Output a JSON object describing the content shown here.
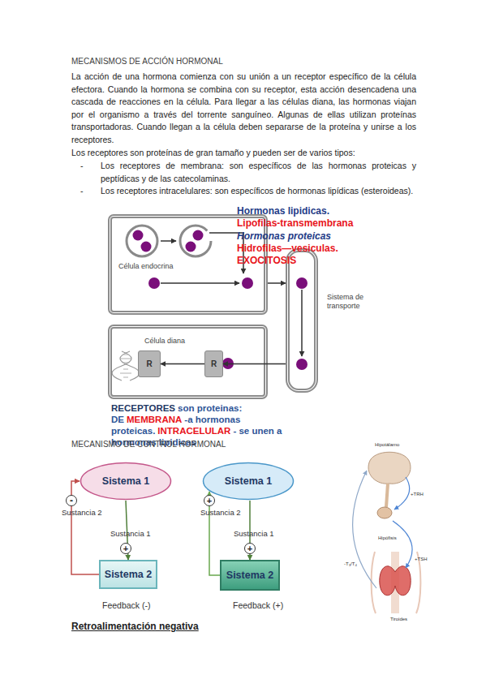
{
  "diagram": {
    "title": "MECANISMOS DE ACCIÓN HORMONAL",
    "nodes": [
      {
        "text": [
          "Célula endocrina"
        ]
      },
      {
        "text": [
          "Sistema de transporte"
        ]
      },
      {
        "text": [
          "Célula diana"
        ]
      },
      {
        "text": [
          "R"
        ],
        "in": 2
      },
      {
        "text": [
          "R"
        ],
        "in": 2
      },
      {
        "text": [
          "Sistema 1"
        ]
      },
      {
        "text": [
          "Sistema 2"
        ]
      },
      {
        "text": [
          "Sistema 1"
        ]
      },
      {
        "text": [
          "Sistema 2"
        ]
      }
    ],
    "edges": [
      {
        "from": 0,
        "to": 1,
        "arrow": "to"
      },
      {
        "from": 1,
        "to": 4,
        "arrow": "to"
      },
      {
        "from": 4,
        "to": 3,
        "arrow": "to"
      },
      {
        "from": 5,
        "to": 6,
        "arrow": "to",
        "label": "Sustancia 1"
      },
      {
        "from": 6,
        "to": 5,
        "arrow": "to",
        "label": "Sustancia 2"
      },
      {
        "from": 7,
        "to": 8,
        "arrow": "to",
        "label": "Sustancia 1"
      },
      {
        "from": 8,
        "to": 7,
        "arrow": "to",
        "label": "Sustancia 2"
      }
    ],
    "labels": [
      "La acción de una hormona comienza con su unión a un receptor específico de la célula efectora. Cuando la hormona se combina con su receptor, esta acción desencadena una cascada de reacciones en la célula. Para llegar a las células diana, las hormonas viajan por el organismo a través del torrente sanguíneo. Algunas de ellas utilizan proteínas transportadoras. Cuando llegan a la célula deben separarse de la proteína y unirse a los receptores.",
      "Los receptores son proteínas de gran tamaño y pueden ser de varios tipos:",
      "-",
      "Los receptores de membrana: son específicos de las hormonas proteicas y peptídicas y de las catecolaminas.",
      "-",
      "Los receptores intracelulares: son específicos de hormonas lipídicas (esteroideas).",
      "Hormonas lipidicas.",
      "Lipofilas-transmembrana",
      "Hormonas proteicas",
      "Hidrofilas—vesiculas.",
      "EXOCITOSIS",
      "RECEPTORES",
      "son proteinas: DE",
      "MEMBRANA",
      "-a hormonas proteicas.",
      "INTRACELULAR",
      "- se unen a hormonas lipidicas",
      "MECANISMO DE CONTROL HORMONAL",
      "-",
      "+",
      "Feedback (-)",
      "+",
      "+",
      "Feedback (+)",
      "Hipotálamo",
      "+TRH",
      "Hipófisis",
      "+TSH",
      "-T₃/T₄",
      "Tiroides",
      "Retroalimentación negativa"
    ]
  }
}
